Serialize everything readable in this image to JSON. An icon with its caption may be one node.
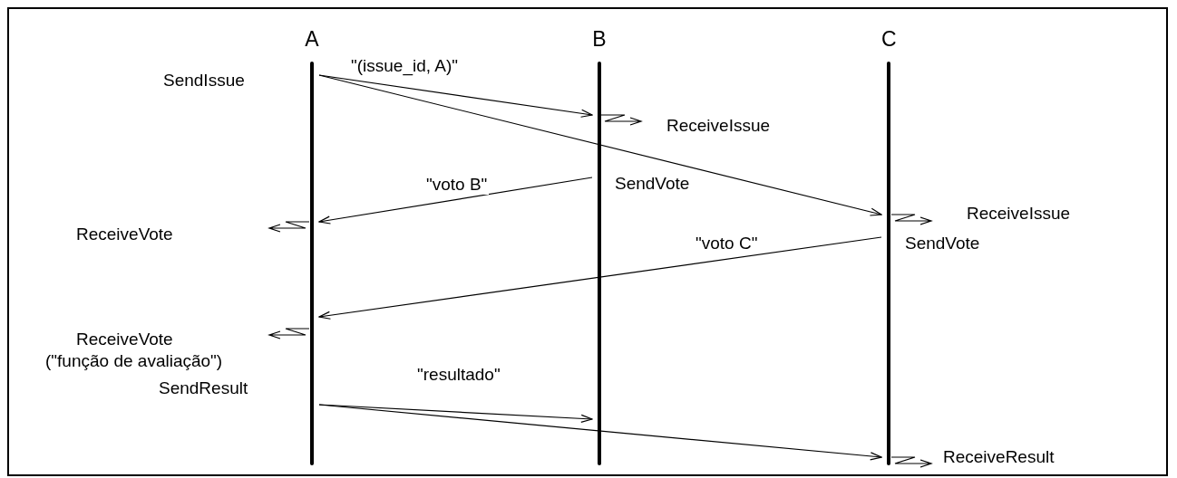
{
  "diagram": {
    "nodes": [
      {
        "text": [
          "A"
        ]
      },
      {
        "text": [
          "B"
        ]
      },
      {
        "text": [
          "C"
        ]
      }
    ],
    "edges": [
      {
        "from": 0,
        "to": 1,
        "arrow": "to",
        "label": "\"(issue_id, A)\""
      },
      {
        "from": 0,
        "to": 2,
        "arrow": "to"
      },
      {
        "from": 1,
        "to": 0,
        "arrow": "to",
        "label": "\"voto B\""
      },
      {
        "from": 2,
        "to": 0,
        "arrow": "to",
        "label": "\"voto C\""
      },
      {
        "from": 0,
        "to": 1,
        "arrow": "to",
        "label": "\"resultado\""
      },
      {
        "from": 0,
        "to": 2,
        "arrow": "to"
      }
    ],
    "labels": [
      "SendIssue",
      "ReceiveIssue",
      "SendVote",
      "ReceiveIssue",
      "ReceiveVote",
      "SendVote",
      "ReceiveVote",
      "(\"função de avaliação\")",
      "SendResult",
      "ReceiveResult"
    ]
  }
}
